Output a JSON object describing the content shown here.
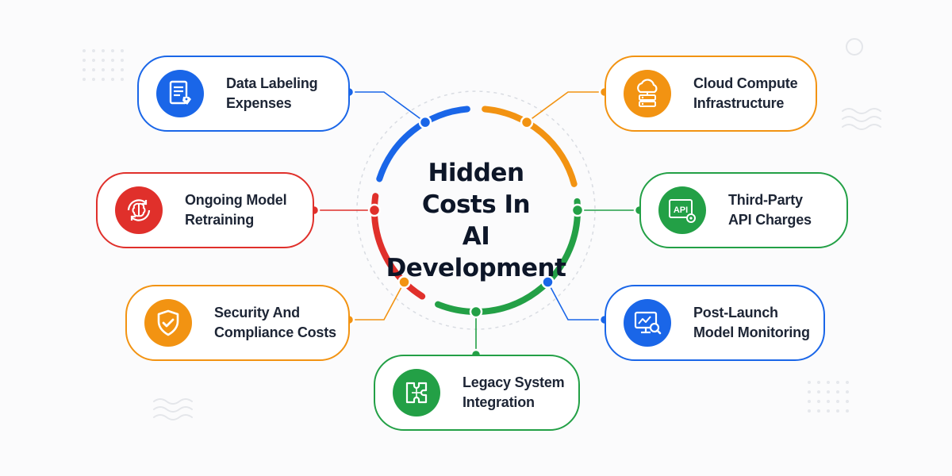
{
  "center": {
    "title_line1": "Hidden",
    "title_line2": "Costs In",
    "title_line3": "AI Development"
  },
  "nodes": [
    {
      "id": "data-labeling",
      "line1": "Data Labeling",
      "line2": "Expenses",
      "color": "#1a66e8",
      "icon": "document-tag-icon"
    },
    {
      "id": "model-retraining",
      "line1": "Ongoing Model",
      "line2": "Retraining",
      "color": "#e0302b",
      "icon": "brain-refresh-icon"
    },
    {
      "id": "security-compliance",
      "line1": "Security And",
      "line2": "Compliance Costs",
      "color": "#f29312",
      "icon": "shield-check-icon"
    },
    {
      "id": "legacy-integration",
      "line1": "Legacy System",
      "line2": "Integration",
      "color": "#23a046",
      "icon": "puzzle-icon"
    },
    {
      "id": "cloud-compute",
      "line1": "Cloud Compute",
      "line2": "Infrastructure",
      "color": "#f29312",
      "icon": "cloud-server-icon"
    },
    {
      "id": "third-party-api",
      "line1": "Third-Party",
      "line2": "API Charges",
      "color": "#23a046",
      "icon": "api-gear-icon"
    },
    {
      "id": "post-launch-monitoring",
      "line1": "Post-Launch",
      "line2": "Model Monitoring",
      "color": "#1a66e8",
      "icon": "monitor-search-icon"
    }
  ],
  "ring_colors": {
    "blue": "#1a66e8",
    "orange": "#f29312",
    "green": "#23a046",
    "red": "#e0302b"
  },
  "api_badge_text": "API"
}
